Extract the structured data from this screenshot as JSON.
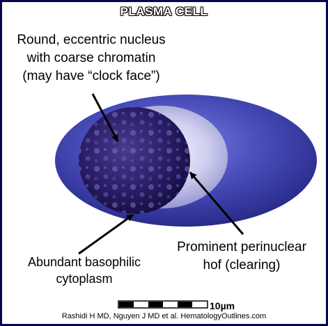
{
  "title": "PLASMA CELL",
  "labels": {
    "nucleus_line1": "Round, eccentric nucleus",
    "nucleus_line2": "with coarse chromatin",
    "nucleus_line3": "(may have “clock face”)",
    "hof_line1": "Prominent perinuclear",
    "hof_line2": "hof (clearing)",
    "cytoplasm_line1": "Abundant basophilic",
    "cytoplasm_line2": "cytoplasm"
  },
  "scale_bar": {
    "label": "10µm"
  },
  "credit": "Rashidi H MD, Nguyen J MD et al. HematologyOutlines.com",
  "colors": {
    "frame": "#06084a",
    "cytoplasm": "#4a4fb8",
    "hof": "#d8d8f0",
    "nucleus": "#2a1860"
  }
}
